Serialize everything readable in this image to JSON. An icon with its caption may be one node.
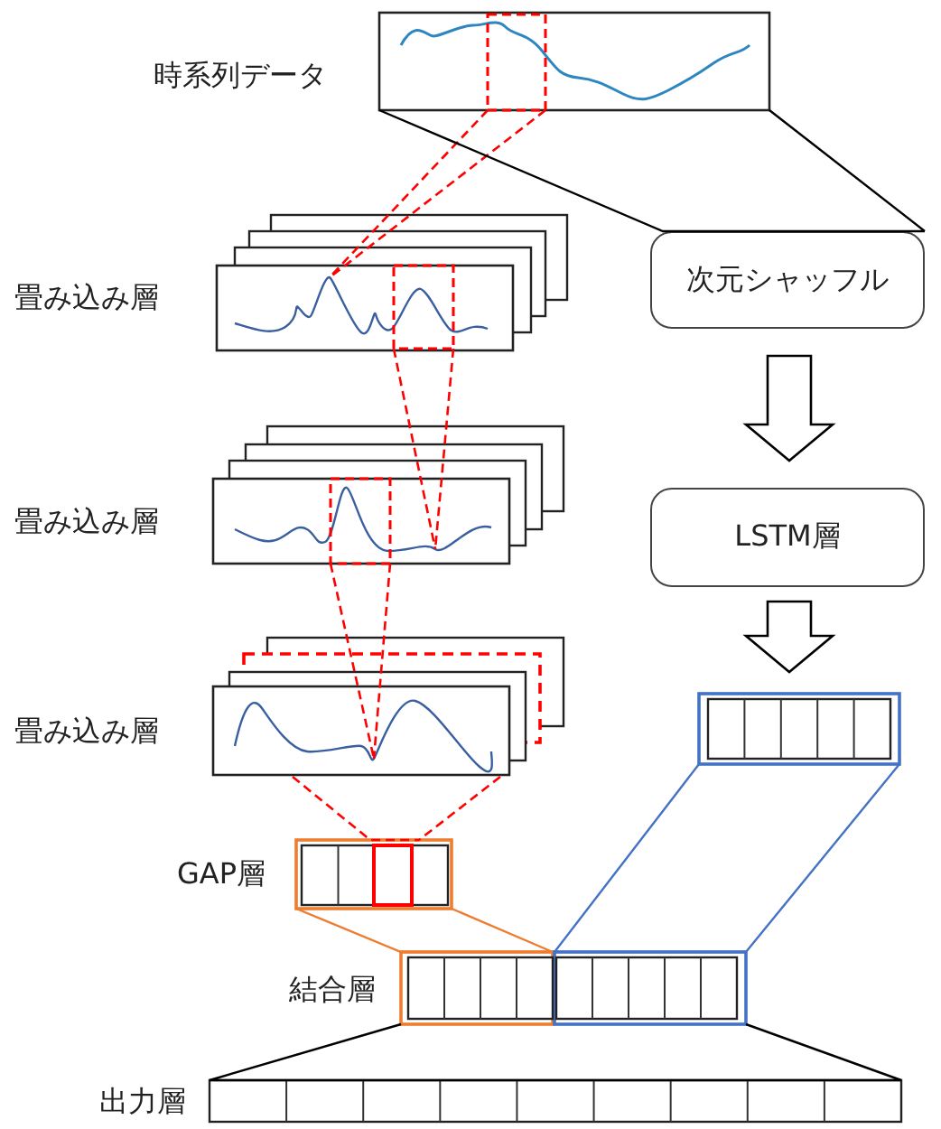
{
  "diagram": {
    "nodes": [
      {
        "text": [
          "時系列データ"
        ]
      },
      {
        "text": [
          "畳み込み層"
        ]
      },
      {
        "text": [
          "畳み込み層"
        ]
      },
      {
        "text": [
          "畳み込み層"
        ]
      },
      {
        "text": [
          "GAP層"
        ]
      },
      {
        "text": [
          "次元シャッフル"
        ]
      },
      {
        "text": [
          "LSTM層"
        ]
      },
      {
        "text": [],
        "shape": "bar"
      },
      {
        "text": [
          "結合層"
        ]
      },
      {
        "text": [
          "出力層"
        ]
      }
    ],
    "edges": [
      {
        "from": 0,
        "to": 1,
        "arrow": "none",
        "style": "dashed",
        "color": "#ff0000"
      },
      {
        "from": 0,
        "to": 5,
        "arrow": "none",
        "color": "#000000"
      },
      {
        "from": 1,
        "to": 2,
        "arrow": "none",
        "style": "dashed",
        "color": "#ff0000"
      },
      {
        "from": 2,
        "to": 3,
        "arrow": "none",
        "style": "dashed",
        "color": "#ff0000"
      },
      {
        "from": 3,
        "to": 4,
        "arrow": "none",
        "style": "dashed",
        "color": "#ff0000"
      },
      {
        "from": 5,
        "to": 6,
        "arrow": "to"
      },
      {
        "from": 6,
        "to": 7,
        "arrow": "to"
      },
      {
        "from": 4,
        "to": 8,
        "arrow": "none",
        "color": "#ed7d31"
      },
      {
        "from": 7,
        "to": 8,
        "arrow": "none",
        "color": "#4472c4"
      },
      {
        "from": 8,
        "to": 9,
        "arrow": "none",
        "color": "#000000"
      }
    ]
  }
}
